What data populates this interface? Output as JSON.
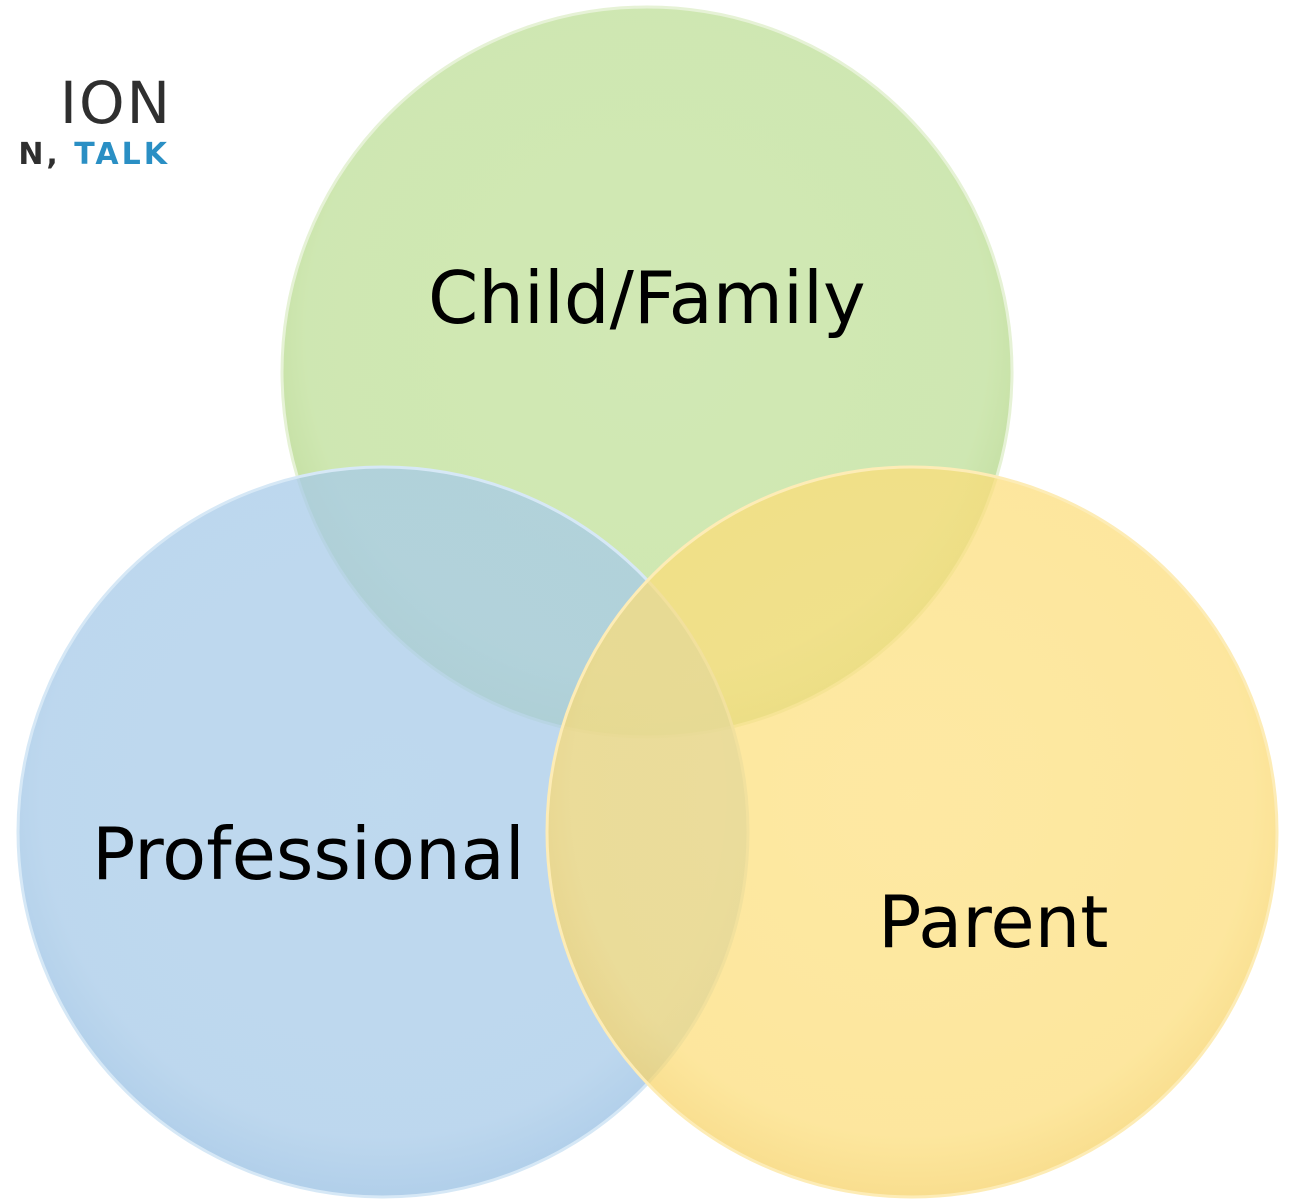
{
  "logo": {
    "word": "ION",
    "sub_part1": "N,",
    "sub_part2": "TALK"
  },
  "diagram": {
    "circles": [
      {
        "label": "Child/Family",
        "color": "#b9dd93"
      },
      {
        "label": "Professional",
        "color": "#95c0e6"
      },
      {
        "label": "Parent",
        "color": "#fdd55f"
      }
    ]
  }
}
